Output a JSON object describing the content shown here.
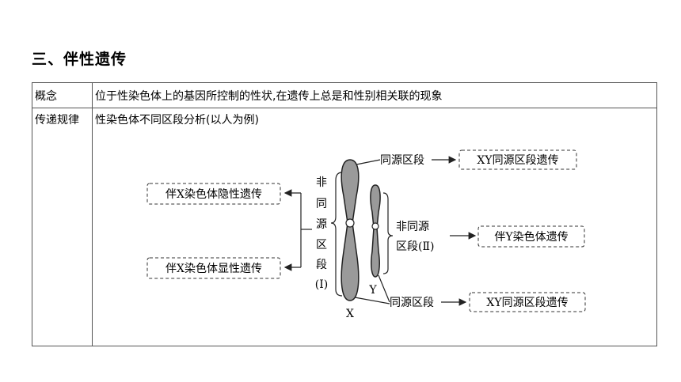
{
  "section_title": "三、伴性遗传",
  "table": {
    "rows": [
      {
        "label": "概念",
        "content": "位于性染色体上的基因所控制的性状,在遗传上总是和性别相关联的现象"
      },
      {
        "label": "传递规律",
        "content": "性染色体不同区段分析(以人为例)"
      }
    ]
  },
  "diagram": {
    "x_label": "X",
    "y_label": "Y",
    "homologous_top_label": "同源区段",
    "homologous_top_result": "XY同源区段遗传",
    "homologous_bottom_label": "同源区段",
    "homologous_bottom_result": "XY同源区段遗传",
    "x_nonhomologous_chars": [
      "非",
      "同",
      "源",
      "区",
      "段",
      "(Ⅰ)"
    ],
    "x_recessive": "伴X染色体隐性遗传",
    "x_dominant": "伴X染色体显性遗传",
    "y_nonhomologous_line1": "非同源",
    "y_nonhomologous_line2": "区段(Ⅱ)",
    "y_result": "伴Y染色体遗传"
  }
}
